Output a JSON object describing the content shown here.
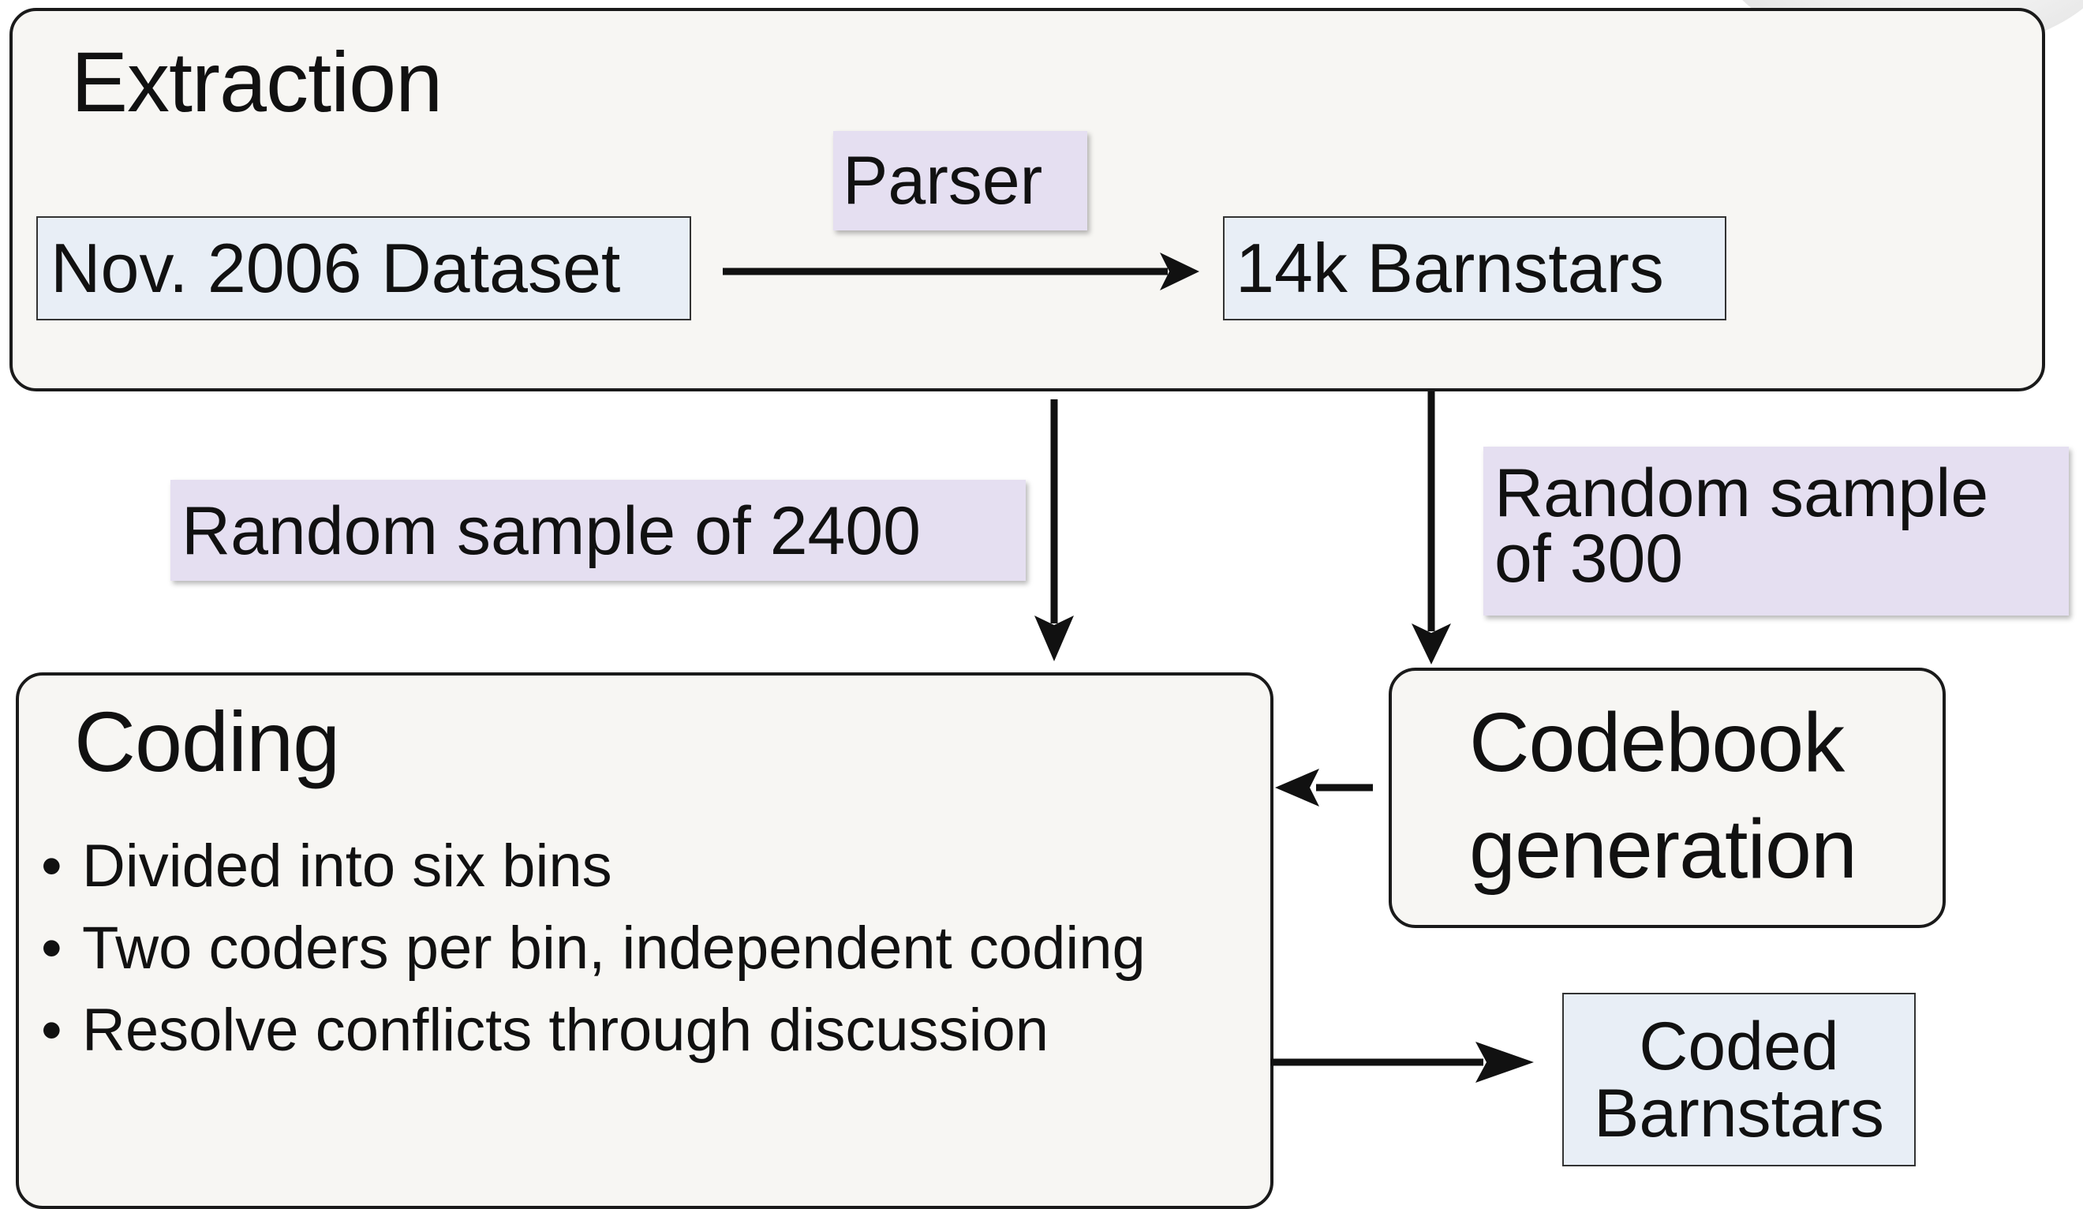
{
  "extraction": {
    "title": "Extraction",
    "source_box": "Nov. 2006 Dataset",
    "parser_label": "Parser",
    "result_box": "14k Barnstars"
  },
  "sampling": {
    "coding_sample_label": "Random sample of 2400",
    "codebook_sample_label_line1": "Random sample",
    "codebook_sample_label_line2": "of 300"
  },
  "coding": {
    "title": "Coding",
    "bullets": [
      "Divided into six bins",
      "Two coders per bin, independent coding",
      "Resolve conflicts through discussion"
    ]
  },
  "codebook": {
    "line1": "Codebook",
    "line2": "generation"
  },
  "output": {
    "line1": "Coded",
    "line2": "Barnstars"
  },
  "colors": {
    "panel_fill": "#f7f6f3",
    "blue_box_fill": "#e8eef6",
    "purple_label_fill": "#e5dff1",
    "stroke": "#1a1a1a"
  }
}
